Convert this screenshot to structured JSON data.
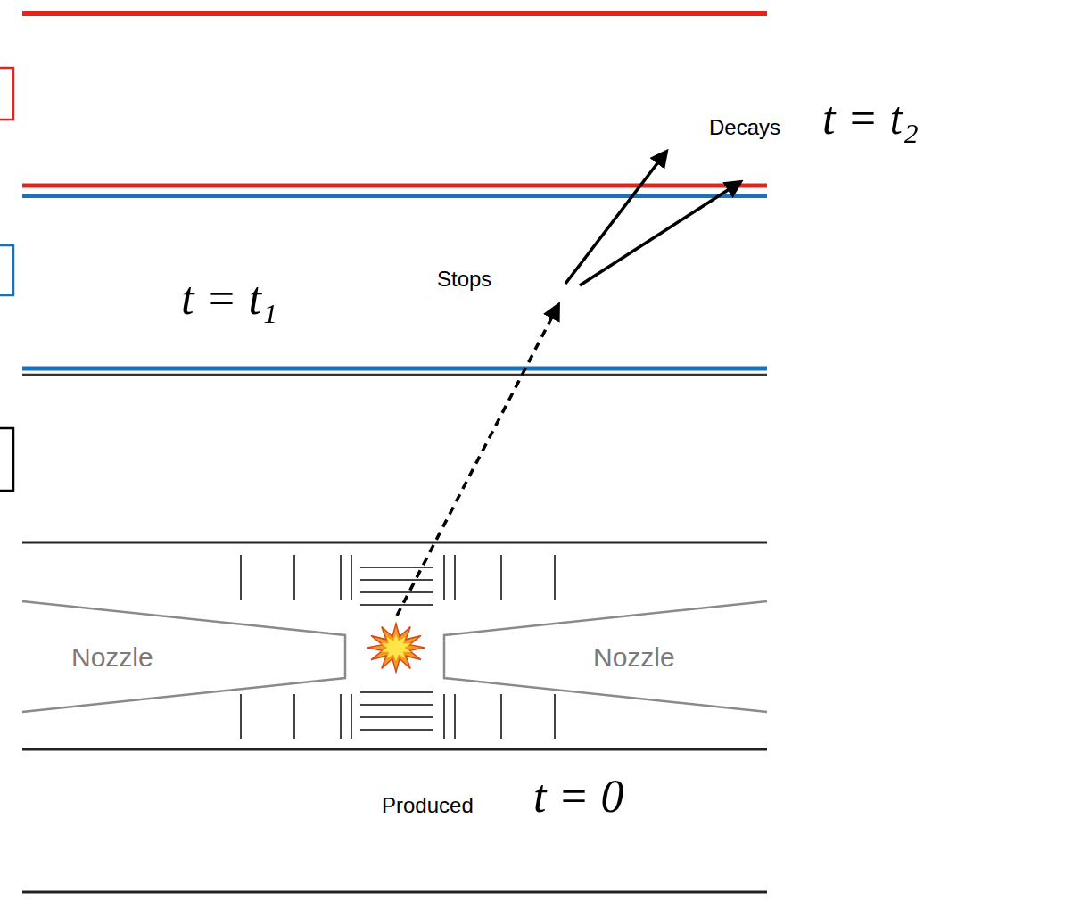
{
  "diagram": {
    "nodes": [
      {
        "text": [
          "Nozzle"
        ]
      },
      {
        "text": [
          "Nozzle"
        ]
      }
    ],
    "labels": [
      "t = t₂",
      "Decays",
      "t = t₁",
      "Stops",
      "Produced",
      "t = 0"
    ]
  }
}
